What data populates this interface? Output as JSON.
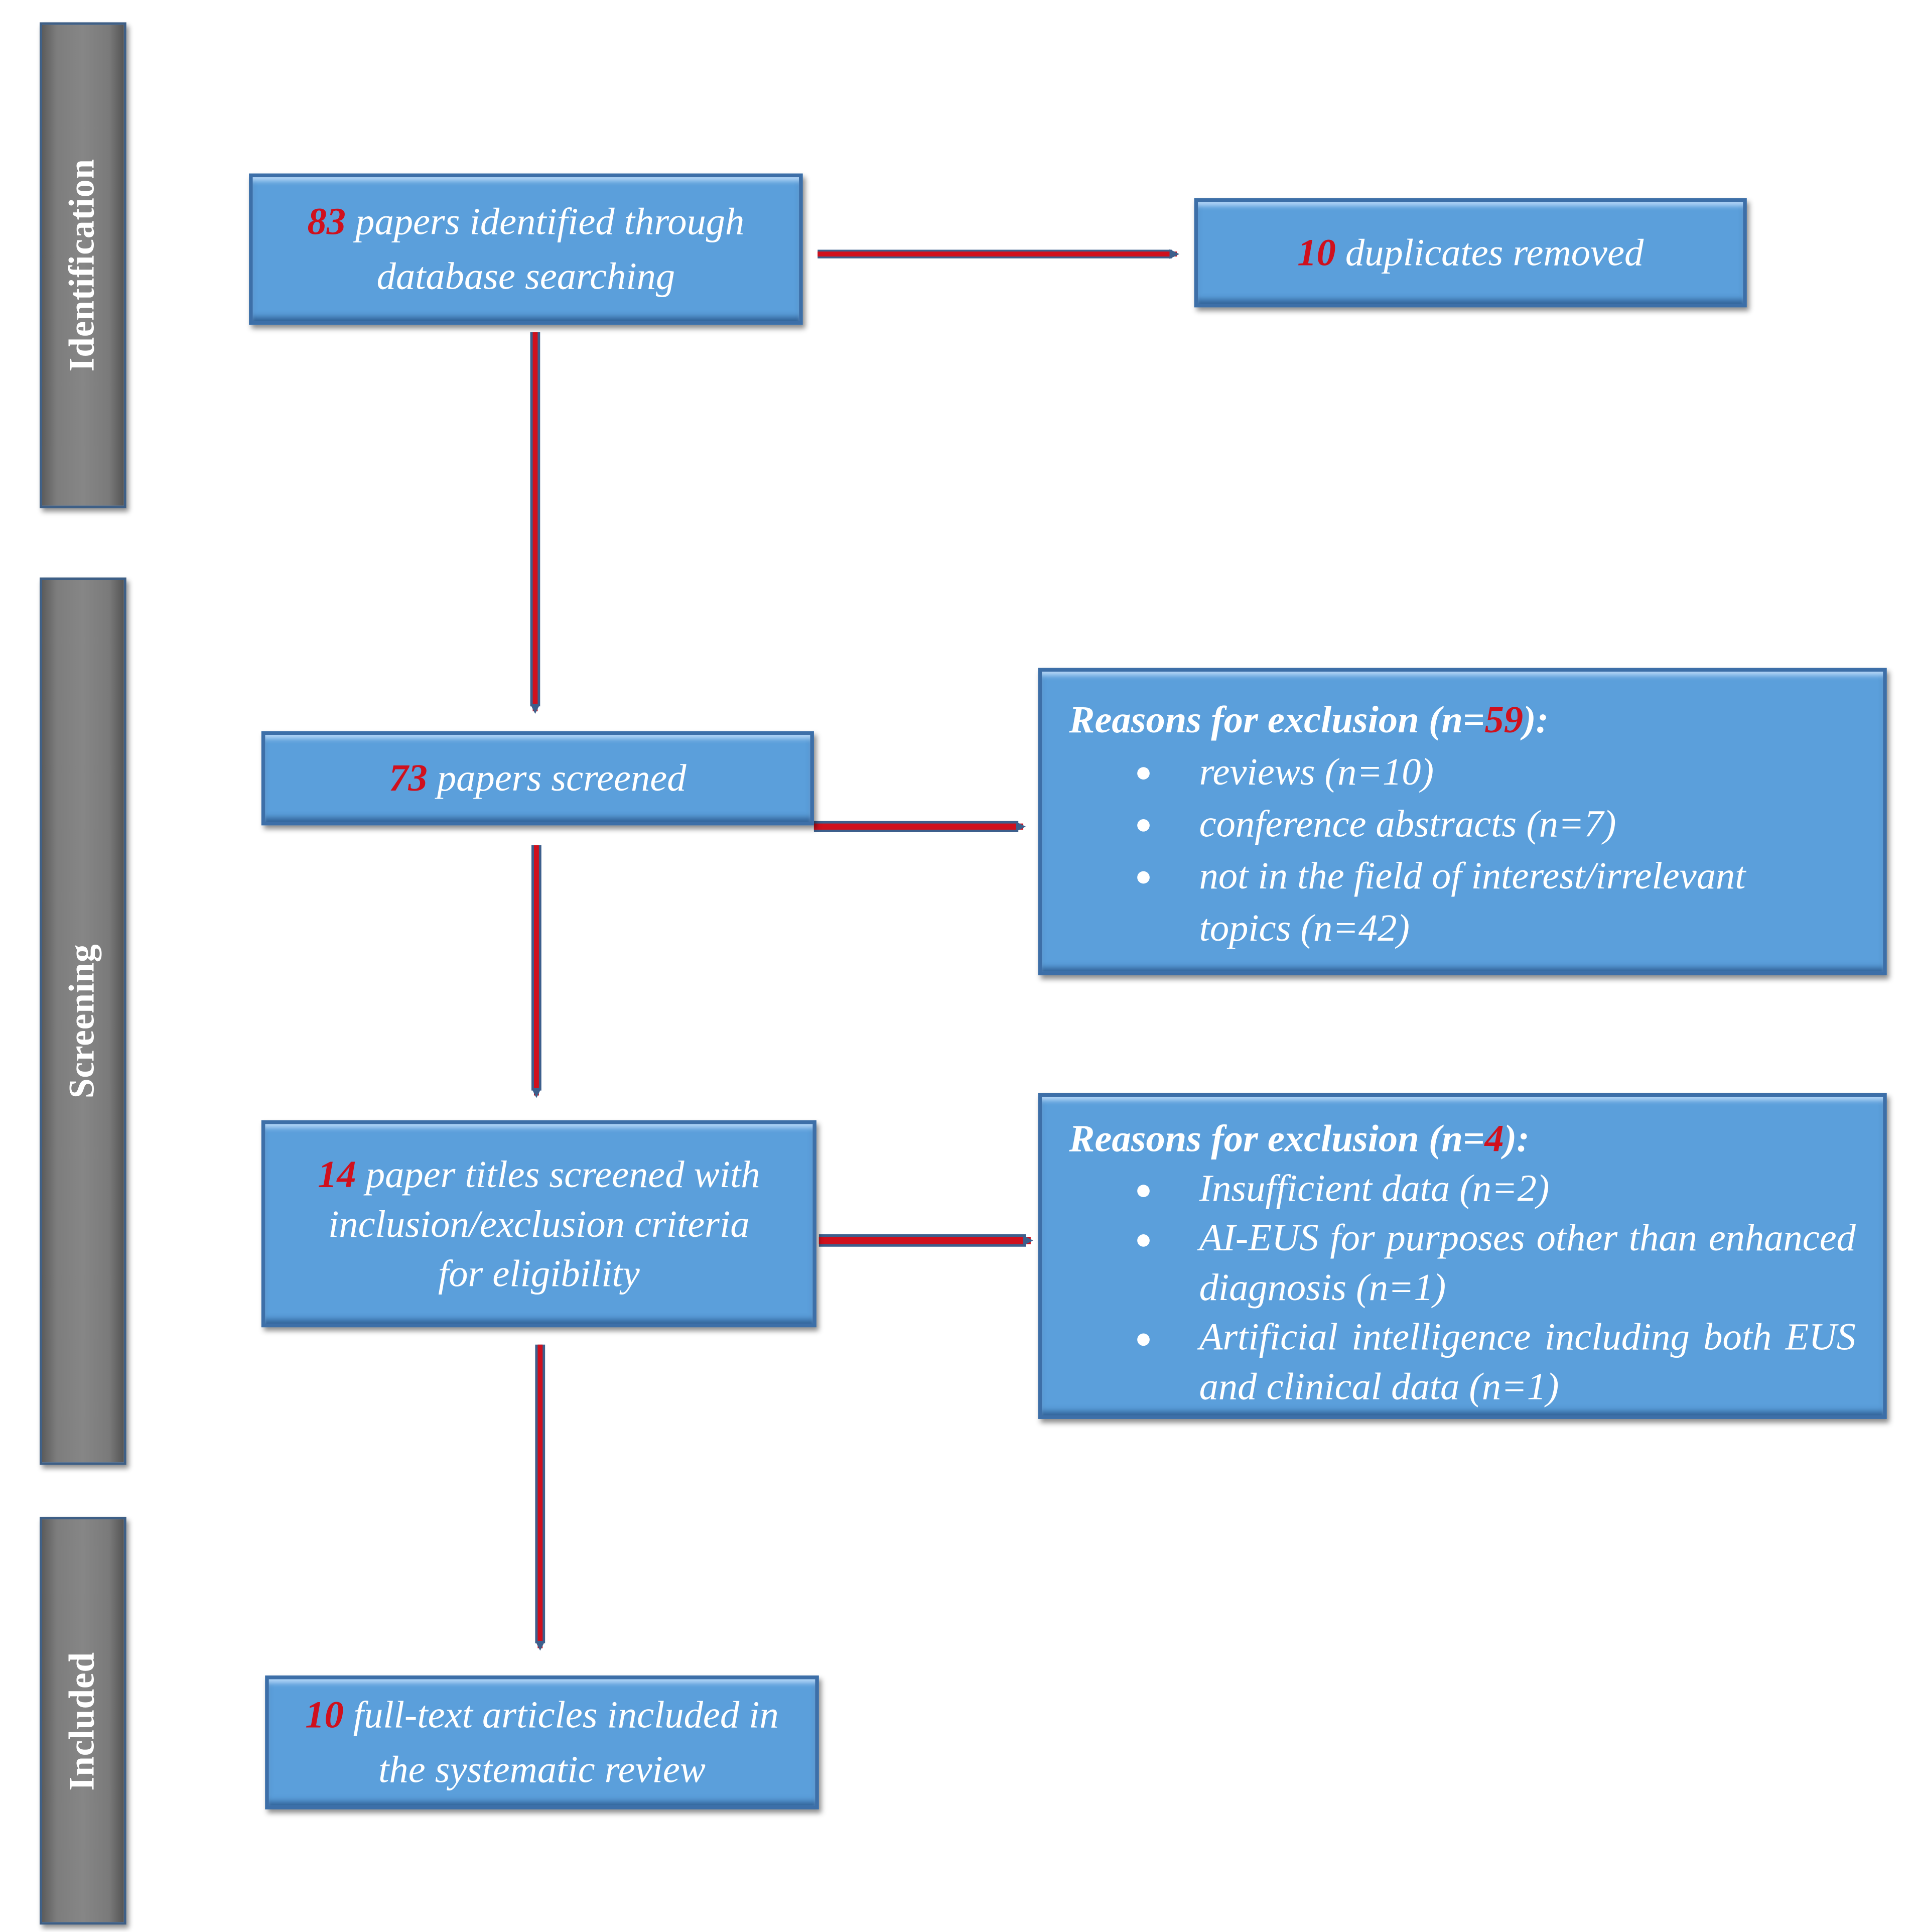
{
  "phases": {
    "identification": "Identification",
    "screening": "Screening",
    "included": "Included"
  },
  "boxes": {
    "identified": {
      "count": "83",
      "text": " papers identified through database searching"
    },
    "duplicates": {
      "count": "10",
      "text": " duplicates removed"
    },
    "screened": {
      "count": "73",
      "text": " papers screened"
    },
    "eligibility": {
      "count": "14",
      "text": " paper titles screened with inclusion/exclusion criteria for eligibility"
    },
    "included": {
      "count": "10",
      "text": " full-text articles included in the systematic review"
    }
  },
  "exclusion1": {
    "title_prefix": "Reasons for exclusion (n=",
    "count": "59",
    "title_suffix": "):",
    "items": [
      "reviews (n=10)",
      "conference abstracts (n=7)",
      "not in the field of interest/irrelevant topics (n=42)"
    ]
  },
  "exclusion2": {
    "title_prefix": "Reasons for exclusion (n=",
    "count": "4",
    "title_suffix": "):",
    "items": [
      "Insufficient data (n=2)",
      "AI-EUS for purposes other than enhanced diagnosis (n=1)",
      "Artificial intelligence including both EUS and clinical data (n=1)"
    ]
  },
  "colors": {
    "box_fill": "#5b9fdb",
    "phase_fill": "#808080",
    "arrow": "#d0101d",
    "highlight_number": "#d0101d"
  }
}
